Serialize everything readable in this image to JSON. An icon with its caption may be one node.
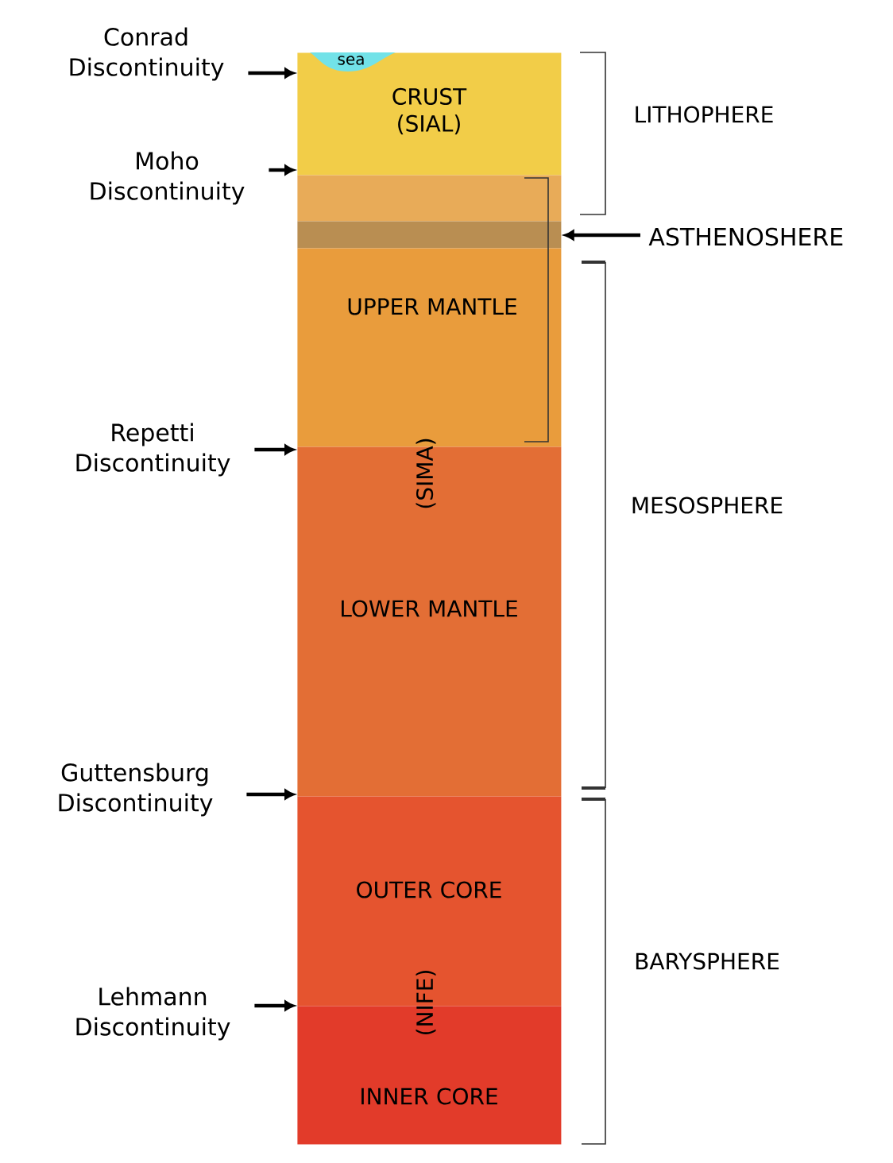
{
  "diagram": {
    "nodes": [
      {
        "text": [
          "Conrad Discontinuity"
        ]
      },
      {
        "text": [
          "CRUST (SIAL)"
        ]
      },
      {
        "text": [
          "sea"
        ],
        "in": 1
      },
      {
        "text": [
          "Moho Discontinuity"
        ]
      },
      {
        "text": [],
        "shape": "band"
      },
      {
        "text": [
          "ASTHENOSHERE"
        ]
      },
      {
        "text": [],
        "shape": "band"
      },
      {
        "text": [
          "UPPER MANTLE"
        ]
      },
      {
        "text": [
          "Repetti Discontinuity"
        ]
      },
      {
        "text": [
          "LOWER MANTLE"
        ]
      },
      {
        "text": [
          "Guttensburg Discontinuity"
        ]
      },
      {
        "text": [
          "OUTER CORE"
        ]
      },
      {
        "text": [
          "Lehmann Discontinuity"
        ]
      },
      {
        "text": [
          "INNER CORE"
        ]
      }
    ],
    "edges": [
      {
        "from": 0,
        "to": 1,
        "arrow": "to"
      },
      {
        "from": 3,
        "to": 4,
        "arrow": "to"
      },
      {
        "from": 5,
        "to": 6,
        "arrow": "to"
      },
      {
        "from": 8,
        "to": 9,
        "arrow": "to"
      },
      {
        "from": 10,
        "to": 11,
        "arrow": "to"
      },
      {
        "from": 12,
        "to": 13,
        "arrow": "to"
      }
    ],
    "labels": [
      "LITHOPHERE",
      "(SIMA)",
      "MESOSPHERE",
      "BARYSPHERE",
      "(NIFE)"
    ]
  }
}
